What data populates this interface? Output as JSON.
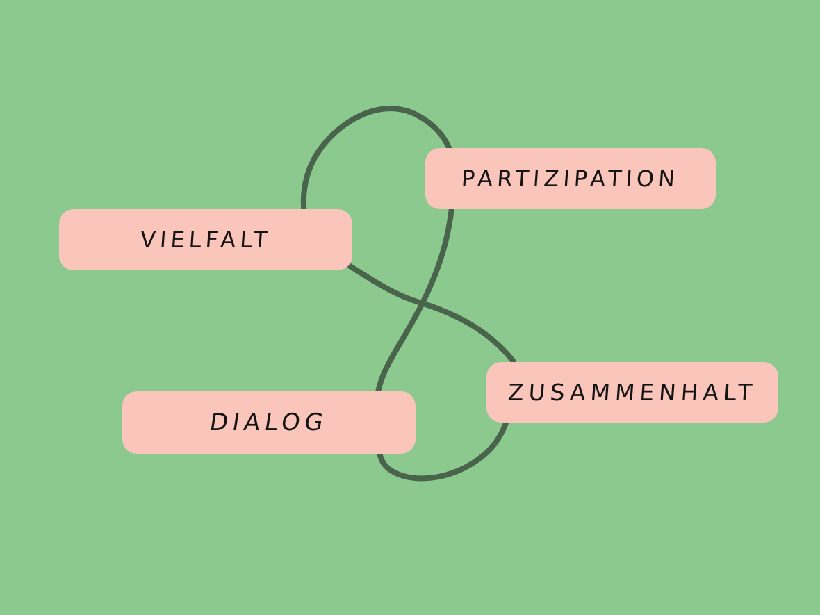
{
  "colors": {
    "background": "#8bc98f",
    "connector": "#4a644c",
    "node_fill": "#fac5bb",
    "text": "#141414"
  },
  "diagram": {
    "type": "concept-map",
    "connector_shape": "hand-drawn figure-eight curve weaving behind the four nodes",
    "nodes": [
      {
        "id": "partizipation",
        "label": "PARTIZIPATION"
      },
      {
        "id": "vielfalt",
        "label": "VIELFALT"
      },
      {
        "id": "dialog",
        "label": "DIALOG"
      },
      {
        "id": "zusammenhalt",
        "label": "ZUSAMMENHALT"
      }
    ]
  }
}
